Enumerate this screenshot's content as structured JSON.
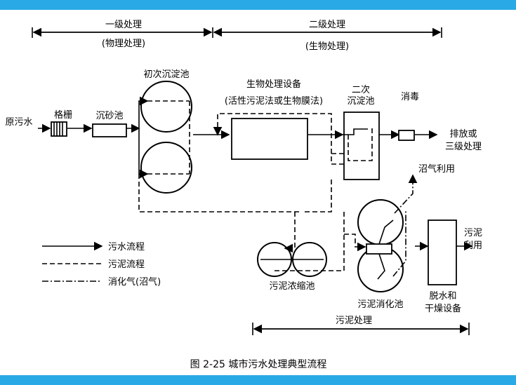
{
  "stages": {
    "primary": "一级处理",
    "primary_sub": "(物理处理)",
    "secondary": "二级处理",
    "secondary_sub": "(生物处理)",
    "sludge": "污泥处理"
  },
  "units": {
    "raw_water": "原污水",
    "screen": "格栅",
    "grit": "沉砂池",
    "primary_clarifier": "初次沉淀池",
    "bio_equip": "生物处理设备",
    "bio_method": "(活性污泥法或生物膜法)",
    "secondary_clarifier_1": "二次",
    "secondary_clarifier_2": "沉淀池",
    "disinfect": "消毒",
    "discharge_1": "排放或",
    "discharge_2": "三级处理",
    "biogas_use": "沼气利用",
    "sludge_use_1": "污泥",
    "sludge_use_2": "利用",
    "thickener": "污泥浓缩池",
    "digester": "污泥消化池",
    "dewater_1": "脱水和",
    "dewater_2": "干燥设备"
  },
  "legend": {
    "water": "污水流程",
    "sludge": "污泥流程",
    "gas": "消化气(沼气)"
  },
  "caption": "图 2-25   城市污水处理典型流程",
  "colors": {
    "frame": "#29a9e6",
    "paper": "#ffffff",
    "ink": "#000000"
  }
}
